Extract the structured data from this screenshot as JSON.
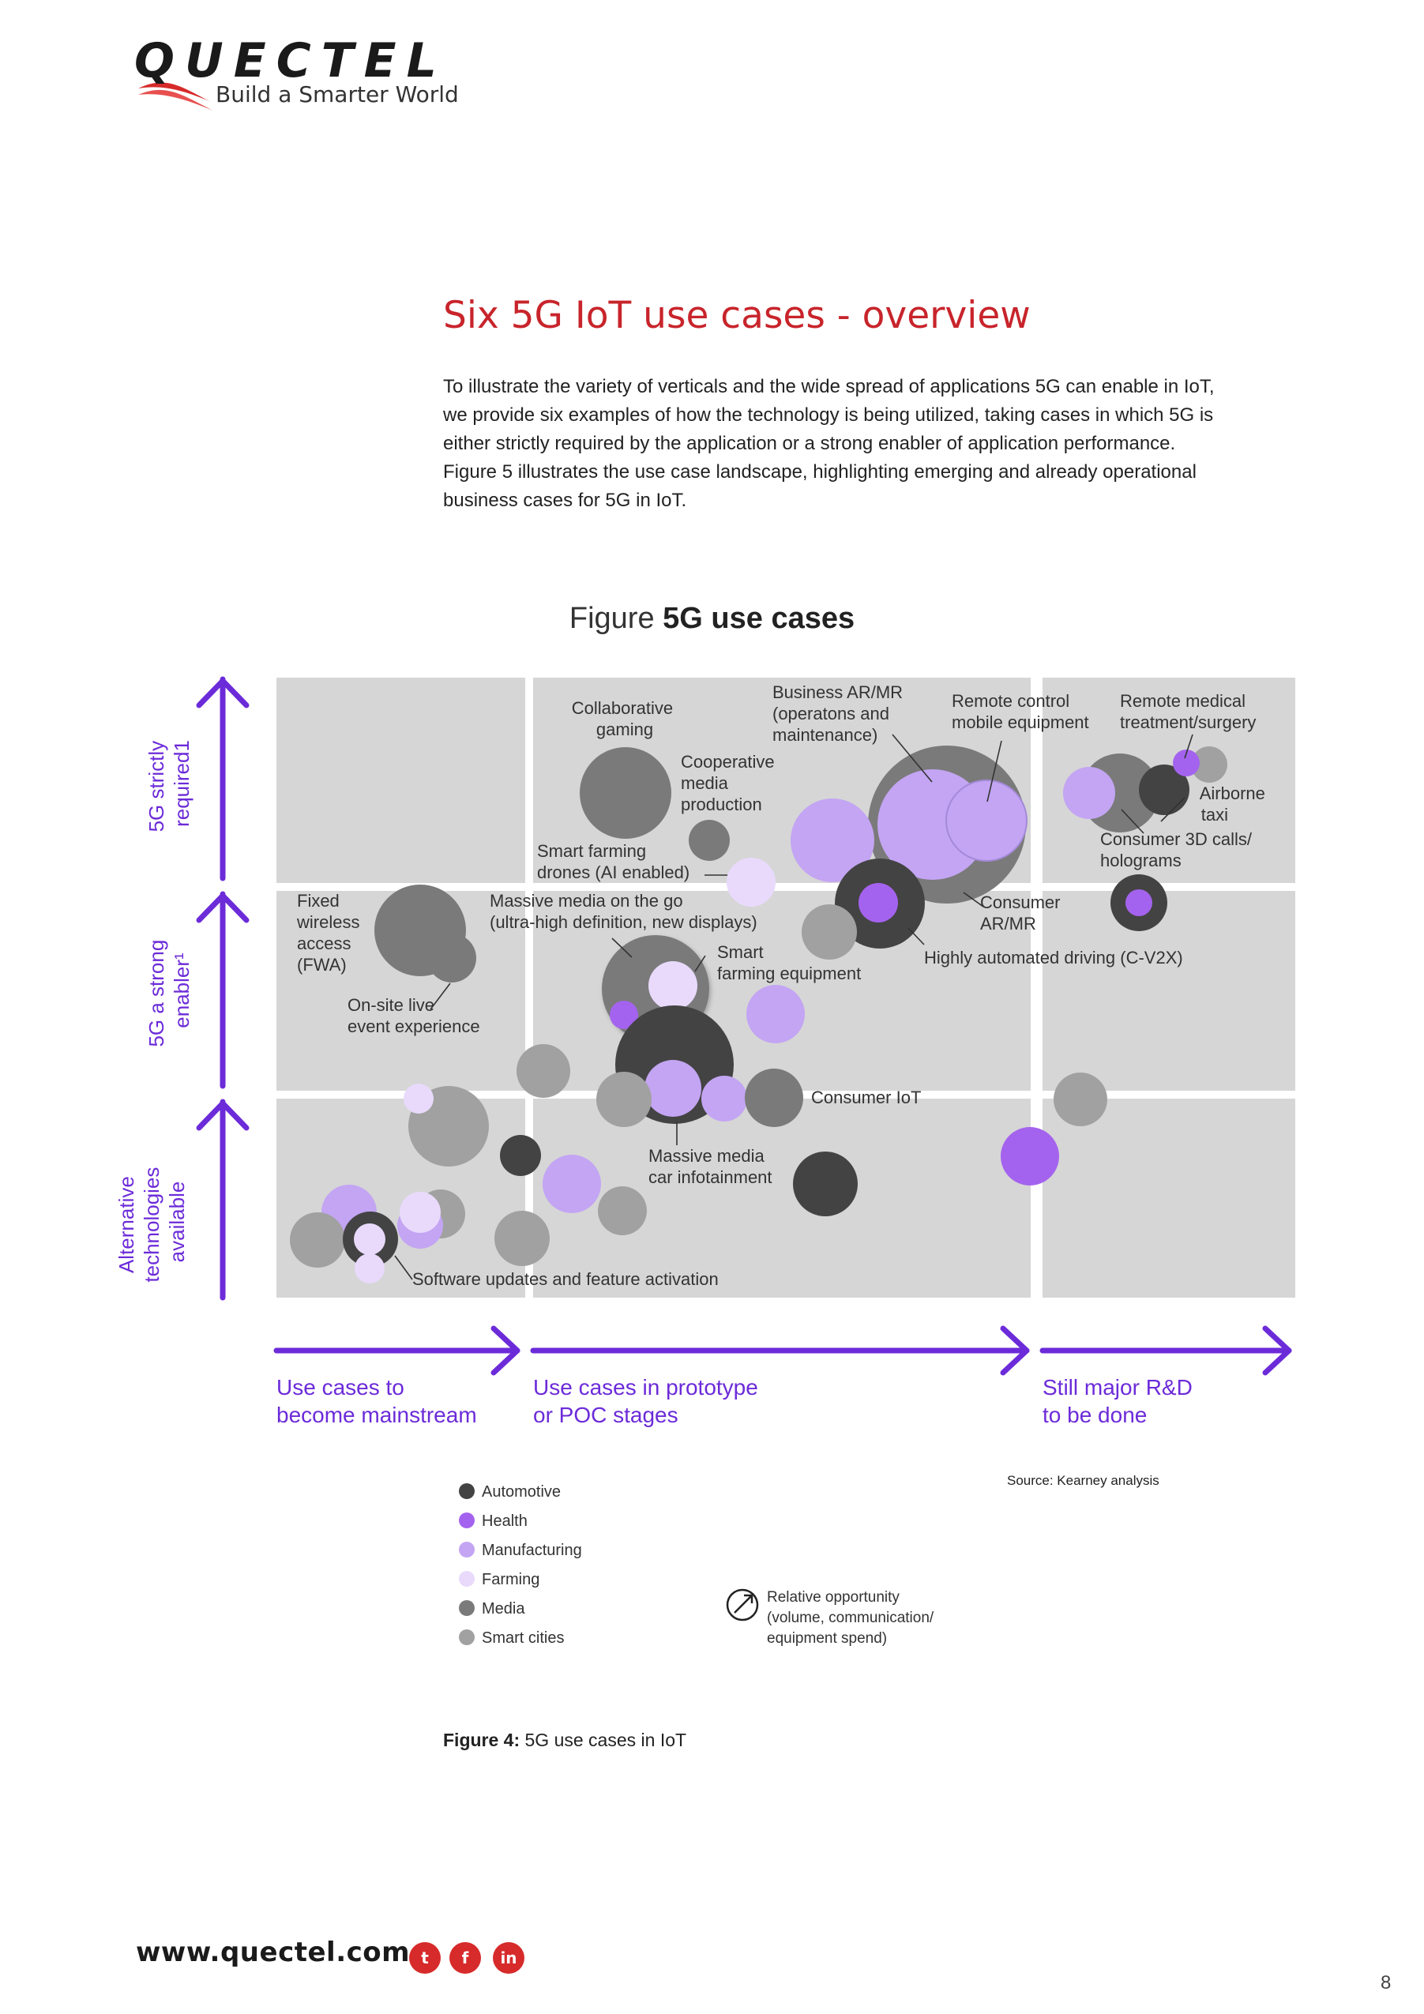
{
  "header": {
    "logo_word": "QUECTEL",
    "tagline": "Build a Smarter World"
  },
  "section": {
    "title": "Six 5G IoT use cases - overview",
    "intro_lines": [
      "To illustrate the variety of verticals and the wide spread of applications 5G can enable in IoT,",
      "we provide six examples of how the technology is being utilized, taking cases in which 5G is",
      "either strictly required by the application or a strong enabler of application performance.",
      "Figure 5 illustrates the use case landscape, highlighting emerging and already operational",
      "business cases for 5G in IoT."
    ]
  },
  "figure": {
    "title_prefix": "Figure ",
    "title_bold": "5G use cases",
    "y_axis": [
      {
        "lines": [
          "5G strictly",
          "required1"
        ]
      },
      {
        "lines": [
          "5G a strong",
          "enabler¹"
        ]
      },
      {
        "lines": [
          "Alternative",
          "technologies",
          "available"
        ]
      }
    ],
    "x_axis": [
      {
        "lines": [
          "Use cases to",
          "become mainstream"
        ]
      },
      {
        "lines": [
          "Use cases in prototype",
          "or POC stages"
        ]
      },
      {
        "lines": [
          "Still major R&D",
          "to be done"
        ]
      }
    ],
    "labels": [
      {
        "id": "collab-gaming",
        "lines": [
          "Collaborative",
          "gaming"
        ],
        "align": "middle"
      },
      {
        "id": "business-armr",
        "lines": [
          "Business AR/MR",
          "(operatons and",
          "maintenance)"
        ],
        "align": "start"
      },
      {
        "id": "remote-control",
        "lines": [
          "Remote control",
          "mobile equipment"
        ],
        "align": "start"
      },
      {
        "id": "remote-medical",
        "lines": [
          "Remote medical",
          "treatment/surgery"
        ],
        "align": "start"
      },
      {
        "id": "coop-media",
        "lines": [
          "Cooperative",
          "media",
          "production"
        ],
        "align": "start"
      },
      {
        "id": "airborne-taxi",
        "lines": [
          "Airborne",
          "taxi"
        ],
        "align": "end"
      },
      {
        "id": "consumer-3d",
        "lines": [
          "Consumer 3D calls/",
          "holograms"
        ],
        "align": "start"
      },
      {
        "id": "smart-farming-drones",
        "lines": [
          "Smart farming",
          "drones (AI enabled)"
        ],
        "align": "start"
      },
      {
        "id": "fwa",
        "lines": [
          "Fixed",
          "wireless",
          "access",
          "(FWA)"
        ],
        "align": "start"
      },
      {
        "id": "massive-media-go",
        "lines": [
          "Massive media on the go",
          "(ultra-high definition, new displays)"
        ],
        "align": "start"
      },
      {
        "id": "consumer-armr",
        "lines": [
          "Consumer",
          "AR/MR"
        ],
        "align": "start"
      },
      {
        "id": "smart-farming-equip",
        "lines": [
          "Smart",
          "farming equipment"
        ],
        "align": "start"
      },
      {
        "id": "highly-automated",
        "lines": [
          "Highly automated driving (C-V2X)"
        ],
        "align": "start"
      },
      {
        "id": "onsite-live",
        "lines": [
          "On-site live",
          "event experience"
        ],
        "align": "start"
      },
      {
        "id": "consumer-iot",
        "lines": [
          "Consumer IoT"
        ],
        "align": "start"
      },
      {
        "id": "massive-media-car",
        "lines": [
          "Massive media",
          "car infotainment"
        ],
        "align": "start"
      },
      {
        "id": "software-updates",
        "lines": [
          "Software updates and feature activation"
        ],
        "align": "start"
      }
    ],
    "legend": [
      {
        "name": "Automotive",
        "color": "#434343"
      },
      {
        "name": "Health",
        "color": "#a463ee"
      },
      {
        "name": "Manufacturing",
        "color": "#c3a5f3"
      },
      {
        "name": "Farming",
        "color": "#e9dafc"
      },
      {
        "name": "Media",
        "color": "#7a7a7a"
      },
      {
        "name": "Smart cities",
        "color": "#a1a1a1"
      }
    ],
    "relative_opportunity": [
      "Relative opportunity",
      "(volume, communication/",
      "equipment spend)"
    ],
    "source": "Source: Kearney analysis",
    "caption_bold": "Figure 4:",
    "caption_text": " 5G use cases in IoT",
    "colors": {
      "accent": "#6c2bd9",
      "panel": "#d6d6d6"
    }
  },
  "footer": {
    "url": "www.quectel.com",
    "page_number": "8"
  }
}
